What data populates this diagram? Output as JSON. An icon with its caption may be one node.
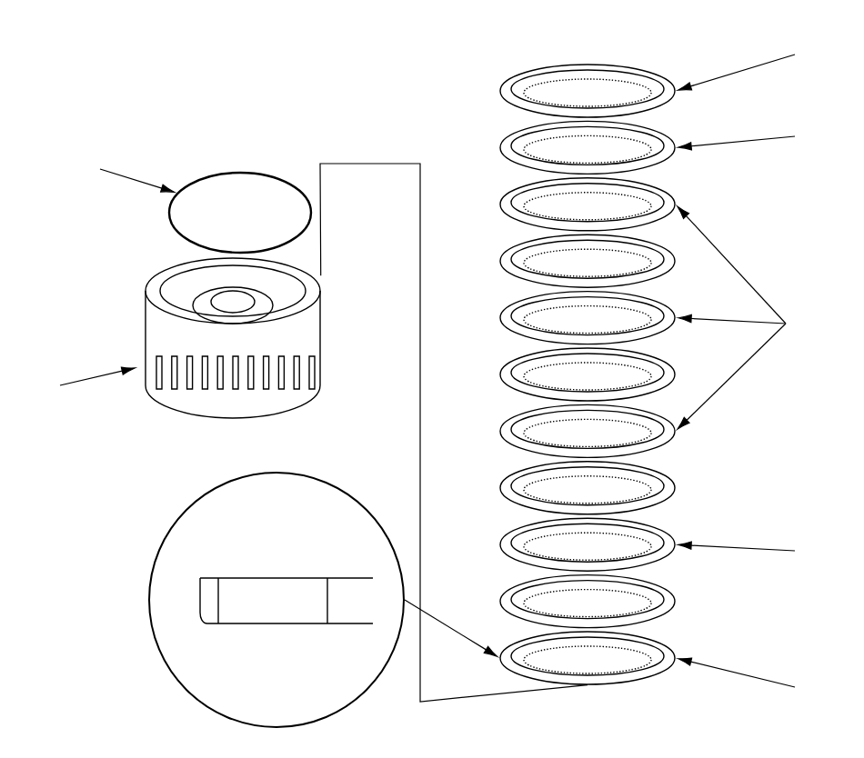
{
  "diagram": {
    "nodes": [
      {
        "text": [],
        "shape": "circle"
      },
      {
        "text": [],
        "shape": "picture"
      },
      {
        "text": [],
        "shape": "circle"
      },
      {
        "text": [],
        "shape": "picture"
      },
      {
        "text": [],
        "shape": "picture"
      },
      {
        "text": [],
        "shape": "picture"
      },
      {
        "text": [],
        "shape": "picture"
      },
      {
        "text": [],
        "shape": "picture"
      },
      {
        "text": [],
        "shape": "picture"
      },
      {
        "text": [],
        "shape": "picture"
      },
      {
        "text": [],
        "shape": "picture"
      },
      {
        "text": [],
        "shape": "picture"
      },
      {
        "text": [],
        "shape": "picture"
      },
      {
        "text": [],
        "shape": "picture"
      }
    ],
    "edges": [
      {
        "from": null,
        "to": 0,
        "arrow": "to"
      },
      {
        "from": null,
        "to": 1,
        "arrow": "to"
      },
      {
        "from": null,
        "to": 3,
        "arrow": "to"
      },
      {
        "from": null,
        "to": 4,
        "arrow": "to"
      },
      {
        "from": null,
        "to": 5,
        "arrow": "to"
      },
      {
        "from": null,
        "to": 7,
        "arrow": "to"
      },
      {
        "from": null,
        "to": 9,
        "arrow": "to"
      },
      {
        "from": null,
        "to": 11,
        "arrow": "to"
      },
      {
        "from": null,
        "to": 13,
        "arrow": "to"
      },
      {
        "from": 2,
        "to": 13,
        "arrow": "to"
      },
      {
        "from": 1,
        "to": 13,
        "arrow": "none"
      }
    ]
  }
}
